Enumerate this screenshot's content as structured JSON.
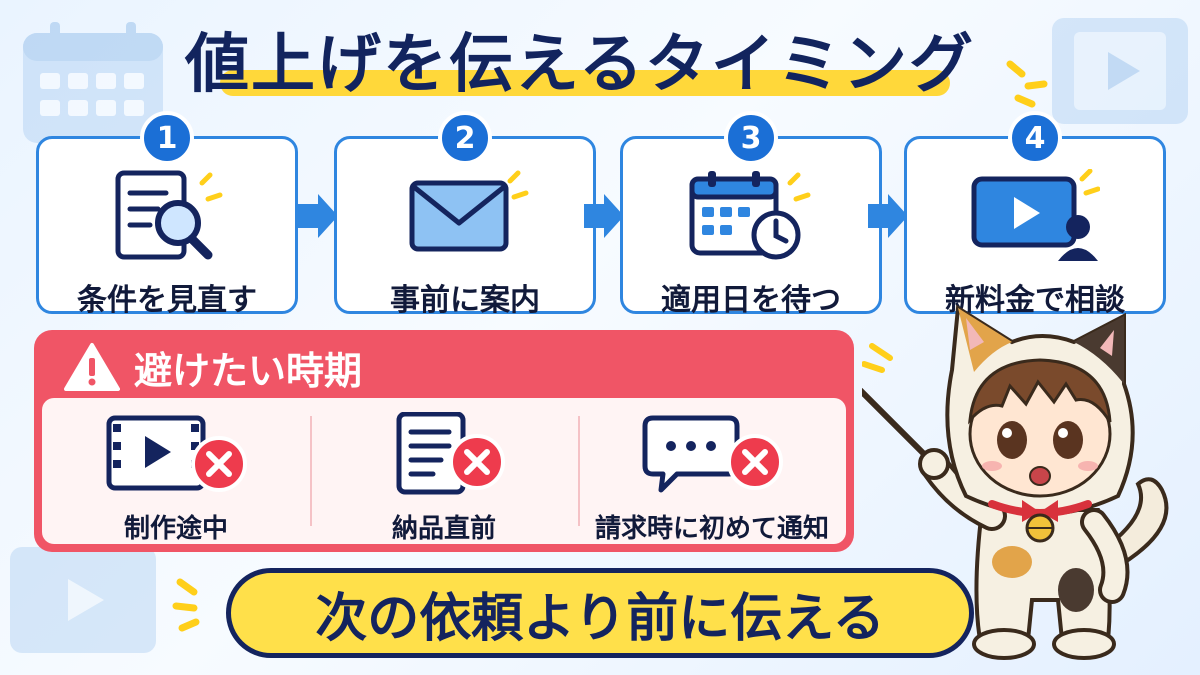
{
  "title": "値上げを伝えるタイミング",
  "steps": [
    {
      "number": "1",
      "label": "条件を見直す",
      "icon": "document-search-icon"
    },
    {
      "number": "2",
      "label": "事前に案内",
      "icon": "envelope-icon"
    },
    {
      "number": "3",
      "label": "適用日を待つ",
      "icon": "calendar-clock-icon"
    },
    {
      "number": "4",
      "label": "新料金で相談",
      "icon": "video-call-icon"
    }
  ],
  "avoid": {
    "title": "避けたい時期",
    "items": [
      {
        "label": "制作途中",
        "icon": "video-film-icon"
      },
      {
        "label": "納品直前",
        "icon": "document-icon"
      },
      {
        "label": "請求時に初めて通知",
        "icon": "chat-bubble-icon"
      }
    ]
  },
  "banner": "次の依頼より前に伝える",
  "colors": {
    "primary_blue": "#2f86e0",
    "navy": "#14245e",
    "warning_red": "#f05566",
    "accent_yellow": "#ffd83a"
  }
}
